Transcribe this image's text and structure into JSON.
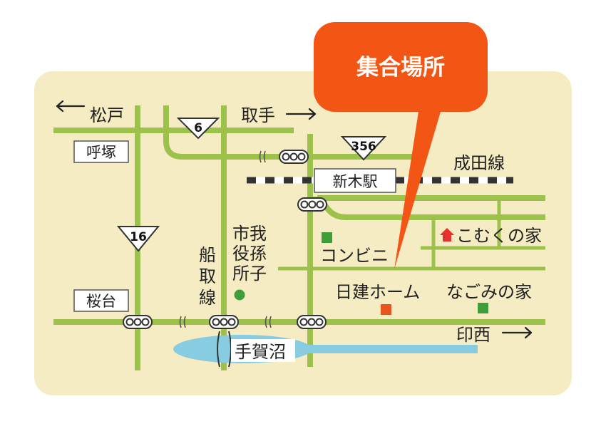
{
  "callout": {
    "text": "集合場所"
  },
  "directions": {
    "matsudo": "松戸",
    "toride": "取手",
    "inzai": "印西"
  },
  "places": {
    "yobitsuka": "呼塚",
    "sakuradai": "桜台",
    "station": "新木駅",
    "narita_line": "成田線",
    "city_office": [
      "市我",
      "役孫",
      "所子"
    ],
    "funatori_line": [
      "船",
      "取",
      "線"
    ],
    "convenience_store": "コンビニ",
    "nikken_home": "日建ホーム",
    "nagomi": "なごみの家",
    "komuku": "こむくの家",
    "teganuma": "手賀沼"
  },
  "routes": {
    "r6": "6",
    "r16": "16",
    "r356": "356"
  },
  "colors": {
    "land": "#F6ECC3",
    "road": "#9DC24B",
    "water": "#87CCE0",
    "callout": "#F25514",
    "marker_green": "#3E9E3A",
    "marker_orange": "#E8531E",
    "komuku_marker": "#E8312A",
    "railway": "#333333"
  }
}
